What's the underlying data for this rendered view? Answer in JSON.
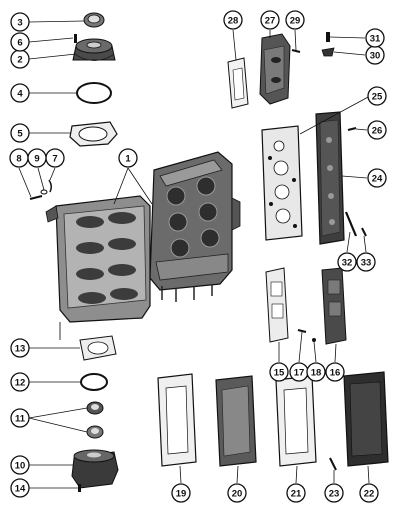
{
  "callouts": [
    {
      "label": "1"
    },
    {
      "label": "2"
    },
    {
      "label": "3"
    },
    {
      "label": "4"
    },
    {
      "label": "5"
    },
    {
      "label": "6"
    },
    {
      "label": "7"
    },
    {
      "label": "8"
    },
    {
      "label": "9"
    },
    {
      "label": "10"
    },
    {
      "label": "11"
    },
    {
      "label": "12"
    },
    {
      "label": "13"
    },
    {
      "label": "14"
    },
    {
      "label": "15"
    },
    {
      "label": "16"
    },
    {
      "label": "17"
    },
    {
      "label": "18"
    },
    {
      "label": "19"
    },
    {
      "label": "20"
    },
    {
      "label": "21"
    },
    {
      "label": "22"
    },
    {
      "label": "23"
    },
    {
      "label": "24"
    },
    {
      "label": "25"
    },
    {
      "label": "26"
    },
    {
      "label": "27"
    },
    {
      "label": "28"
    },
    {
      "label": "29"
    },
    {
      "label": "30"
    },
    {
      "label": "31"
    },
    {
      "label": "32"
    },
    {
      "label": "33"
    }
  ]
}
